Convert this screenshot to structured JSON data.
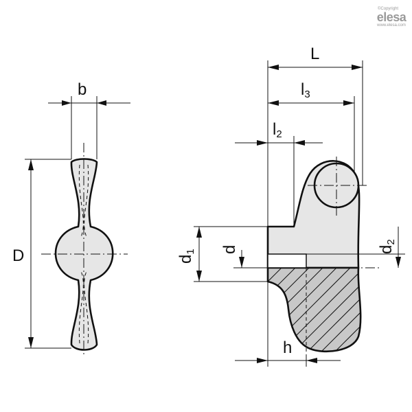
{
  "brand": {
    "copyright": "©Copyright",
    "logo": "elesa",
    "url": "www.elesa.com"
  },
  "dimensions": {
    "b": "b",
    "D": "D",
    "L": "L",
    "l3": {
      "main": "l",
      "sub": "3"
    },
    "l2": {
      "main": "l",
      "sub": "2"
    },
    "d1": {
      "main": "d",
      "sub": "1"
    },
    "d": "d",
    "d2": {
      "main": "d",
      "sub": "2"
    },
    "h": "h"
  }
}
